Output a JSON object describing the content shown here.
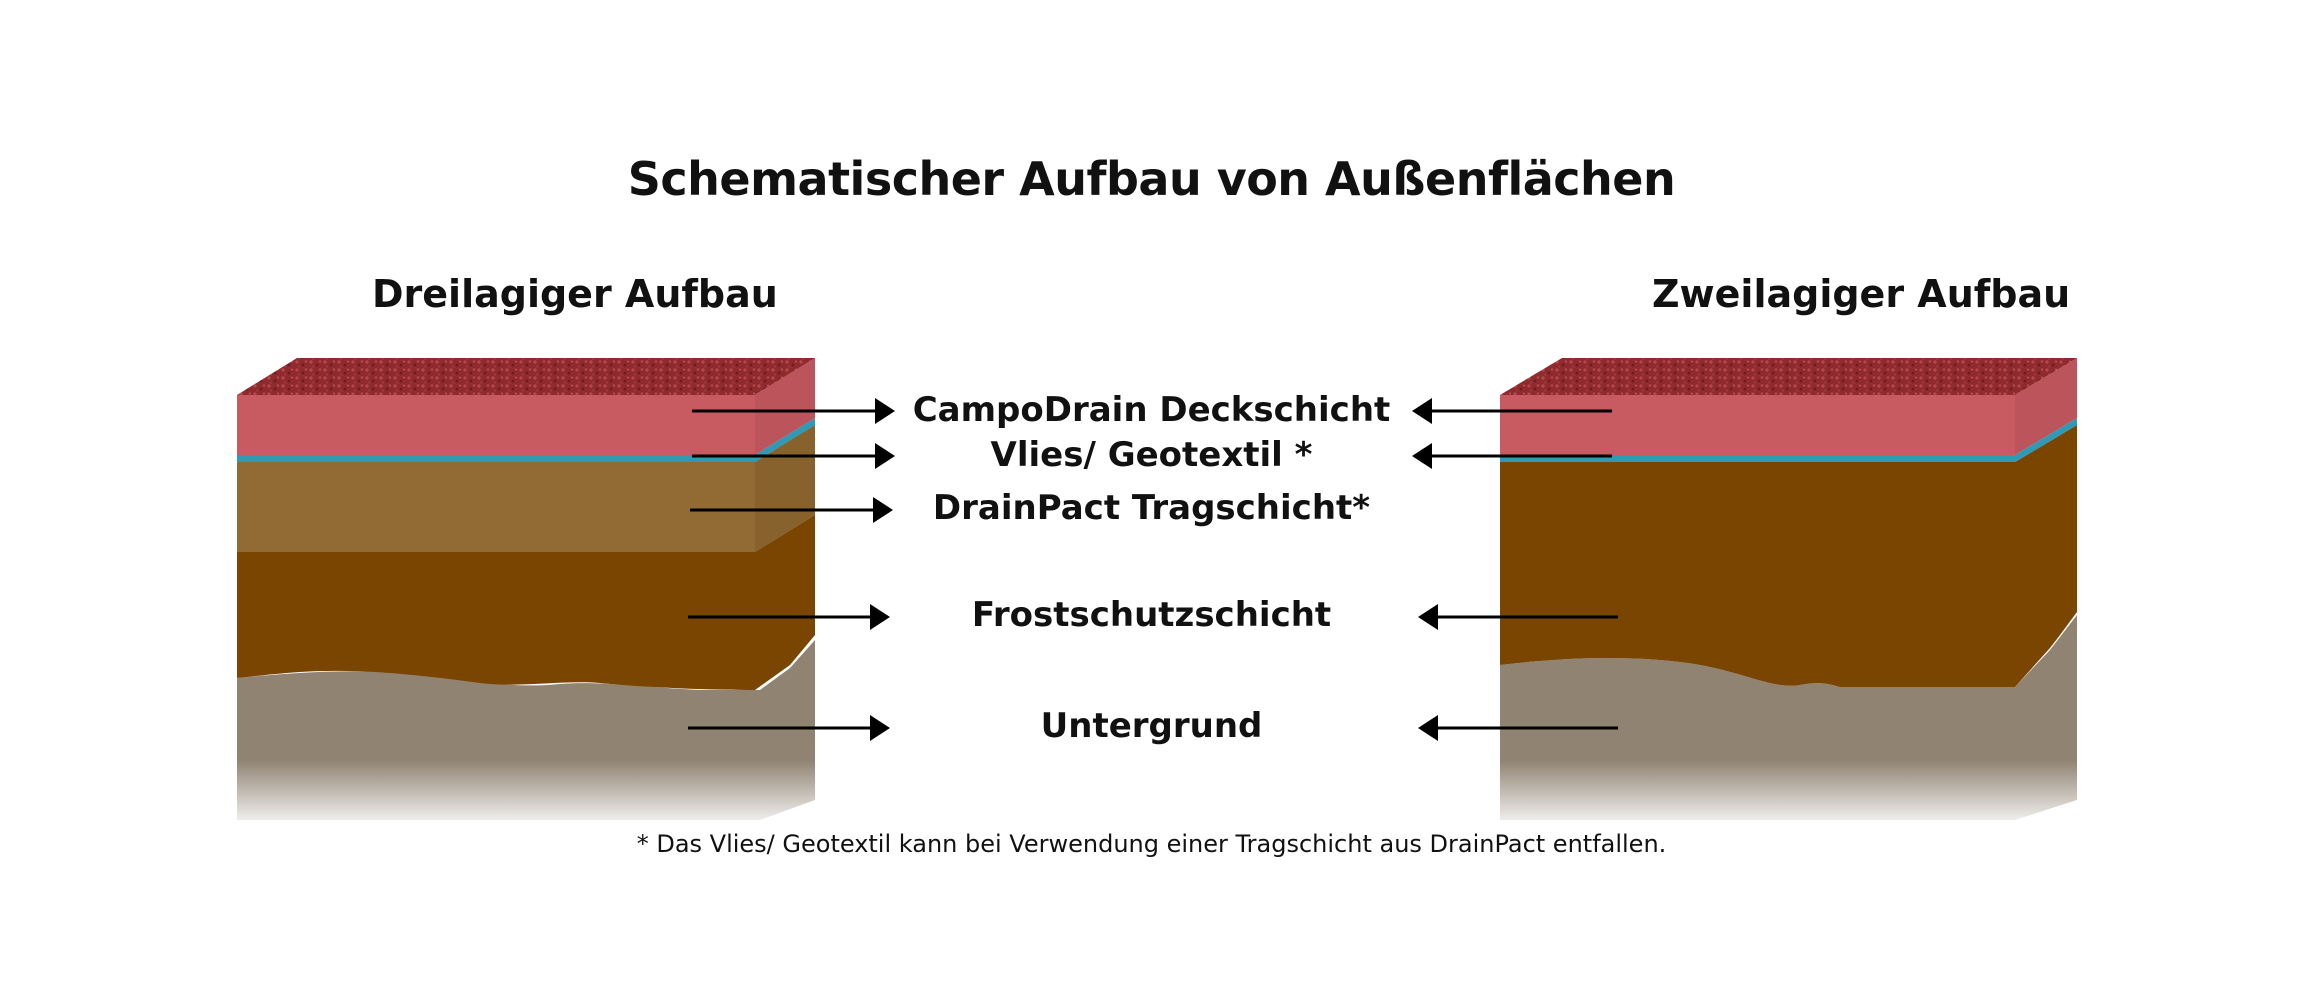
{
  "title": "Schematischer Aufbau von Außenflächen",
  "left_title": "Dreilagiger Aufbau",
  "right_title": "Zweilagiger Aufbau",
  "layers": [
    "CampoDrain Deckschicht",
    "Vlies/ Geotextil *",
    "DrainPact Tragschicht*",
    "Frostschutzschicht",
    "Untergrund"
  ],
  "footnote": "* Das Vlies/ Geotextil kann bei Verwendung einer Tragschicht aus DrainPact entfallen.",
  "colors": {
    "deck_front": "#c85a62",
    "deck_top": "#8f2a2e",
    "geotextile": "#2e9ab5",
    "drainpact": "#926a33",
    "frost": "#7a4500",
    "subsoil": "#908372"
  }
}
